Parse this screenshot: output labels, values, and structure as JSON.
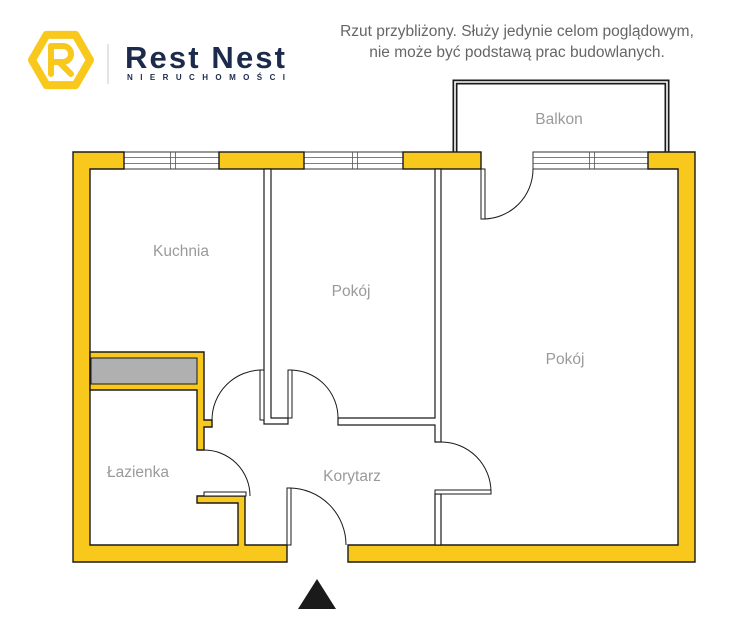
{
  "brand": {
    "name": "Rest Nest",
    "tagline": "NIERUCHOMOŚCI",
    "logo_letter": "R",
    "logo_icon": "rest-nest-logo-icon"
  },
  "disclaimer": {
    "line1": "Rzut przybliżony. Służy jedynie celom poglądowym,",
    "line2": "nie może być podstawą prac budowlanych."
  },
  "floor_plan": {
    "rooms": {
      "kitchen": "Kuchnia",
      "room_middle": "Pokój",
      "room_right": "Pokój",
      "bathroom": "Łazienka",
      "corridor": "Korytarz",
      "balcony": "Balkon"
    },
    "entrance_icon": "entrance-triangle-icon"
  },
  "colors": {
    "wall": "#F8C81C",
    "logo": "#F8C81C",
    "outline": "#1A1A1A",
    "brand": "#1C2B4B",
    "room_label": "#9A9A9A",
    "disclaimer": "#666666",
    "shaft": "#B0B0B0"
  }
}
